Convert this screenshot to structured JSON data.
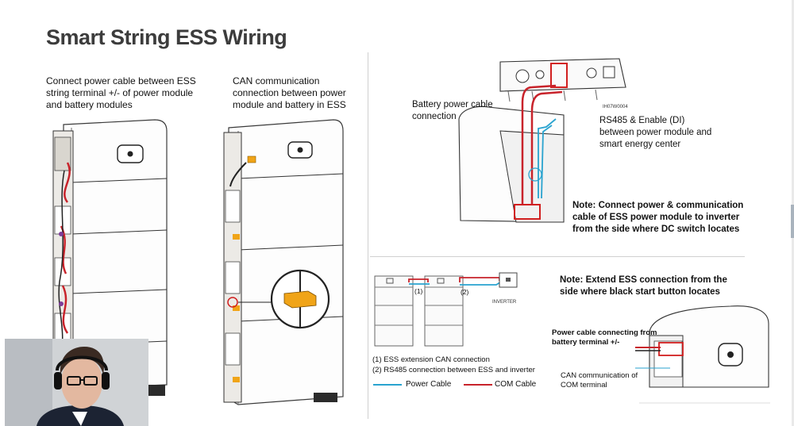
{
  "slide": {
    "title": "Smart String ESS Wiring",
    "left_caption": "Connect power cable between ESS string terminal +/- of power module and battery modules",
    "middle_caption": "CAN communication connection between power module and battery in ESS",
    "battery_power_label": "Battery power cable connection",
    "rs485_label": "RS485 & Enable (DI) between power module and smart energy center",
    "note_top": "Note: Connect power & communication cable of ESS power module to inverter from the side where DC switch locates",
    "note_bottom": "Note: Extend ESS connection from the side where black start button locates",
    "diagram_marker_1": "(1)",
    "diagram_marker_2": "(2)",
    "inverter_label": "INVERTER",
    "legend_line_1": "(1) ESS extension CAN connection",
    "legend_line_2": "(2) RS485 connection between ESS and inverter",
    "power_cable_label": "Power Cable",
    "com_cable_label": "COM Cable",
    "power_cable_connecting_label": "Power cable connecting from battery terminal +/-",
    "can_com_terminal_label": "CAN communication of COM terminal",
    "model_code": "IH07W0004"
  },
  "colors": {
    "power_cable": "#29a3cf",
    "com_cable": "#c8232b",
    "highlight_box": "#d11f1f",
    "connector": "#f0a418"
  },
  "icons": [
    "webcam-presenter",
    "inverter-unit",
    "ess-battery-stack"
  ]
}
